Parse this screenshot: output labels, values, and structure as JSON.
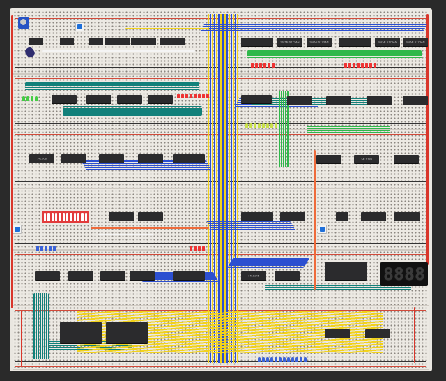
{
  "scene": {
    "subject": "Breadboard 8-bit computer build",
    "description": "Multiple solderless breadboards densely wired with colored jumper wires and 74-series logic chips",
    "background_color": "#2a2a2a",
    "board_color": "#e9e6e0"
  },
  "wire_colors": {
    "yellow": "#f2d21b",
    "blue": "#2c4fd0",
    "teal": "#12807a",
    "green": "#2fb84a",
    "red": "#d9362b",
    "orange": "#ee6a3a",
    "white": "#f4f4f4",
    "black": "#1a1a1a"
  },
  "components": {
    "seven_segment_display": {
      "digits": "8.8.8.8.",
      "glyph": "8888",
      "color": "#111111"
    },
    "dip_switch": {
      "positions": 12,
      "color": "#e23b3b"
    },
    "push_buttons": 4,
    "potentiometer": 1,
    "electrolytic_capacitor": 1,
    "chip_markings": [
      "SN74LS173AN",
      "SN74LS173AN",
      "SN74LS173AN",
      "SN74LS173AN",
      "74LS08",
      "74LS189",
      "74LS245"
    ],
    "led_groups": [
      "red",
      "green",
      "yellow-green",
      "blue"
    ]
  }
}
